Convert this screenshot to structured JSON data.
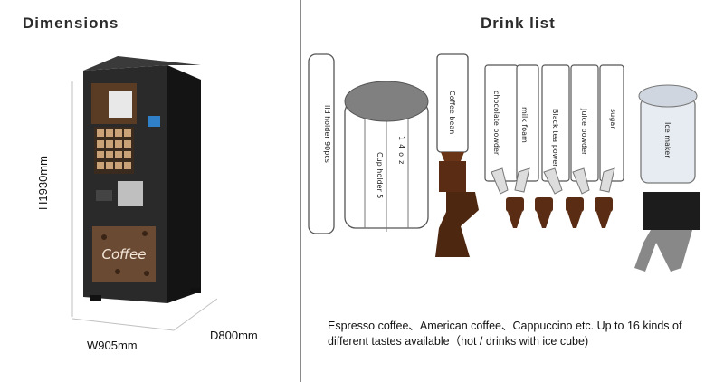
{
  "dimensions": {
    "title": "Dimensions",
    "height_label": "H1930mm",
    "width_label": "W905mm",
    "depth_label": "D800mm",
    "machine_logo_text": "Coffee"
  },
  "drink_list": {
    "title": "Drink list",
    "lid_holder": "lid holder 90pcs",
    "cup_holder": "Cup holder 5",
    "cup_size": "14oz",
    "coffee_bean": "Coffee bean",
    "canisters": [
      "chocolate powder",
      "milk foam",
      "Black tea power",
      "Juice  powder",
      "sugar"
    ],
    "ice_maker": "Ice maker"
  },
  "description": "Espresso coffee、American coffee、Cappuccino etc. Up to 16 kinds of different tastes available（hot /  drinks with ice cube)",
  "colors": {
    "machine": "#1f1f1f",
    "accent_brown": "#5a2c14",
    "divider": "#8a8a8a"
  }
}
